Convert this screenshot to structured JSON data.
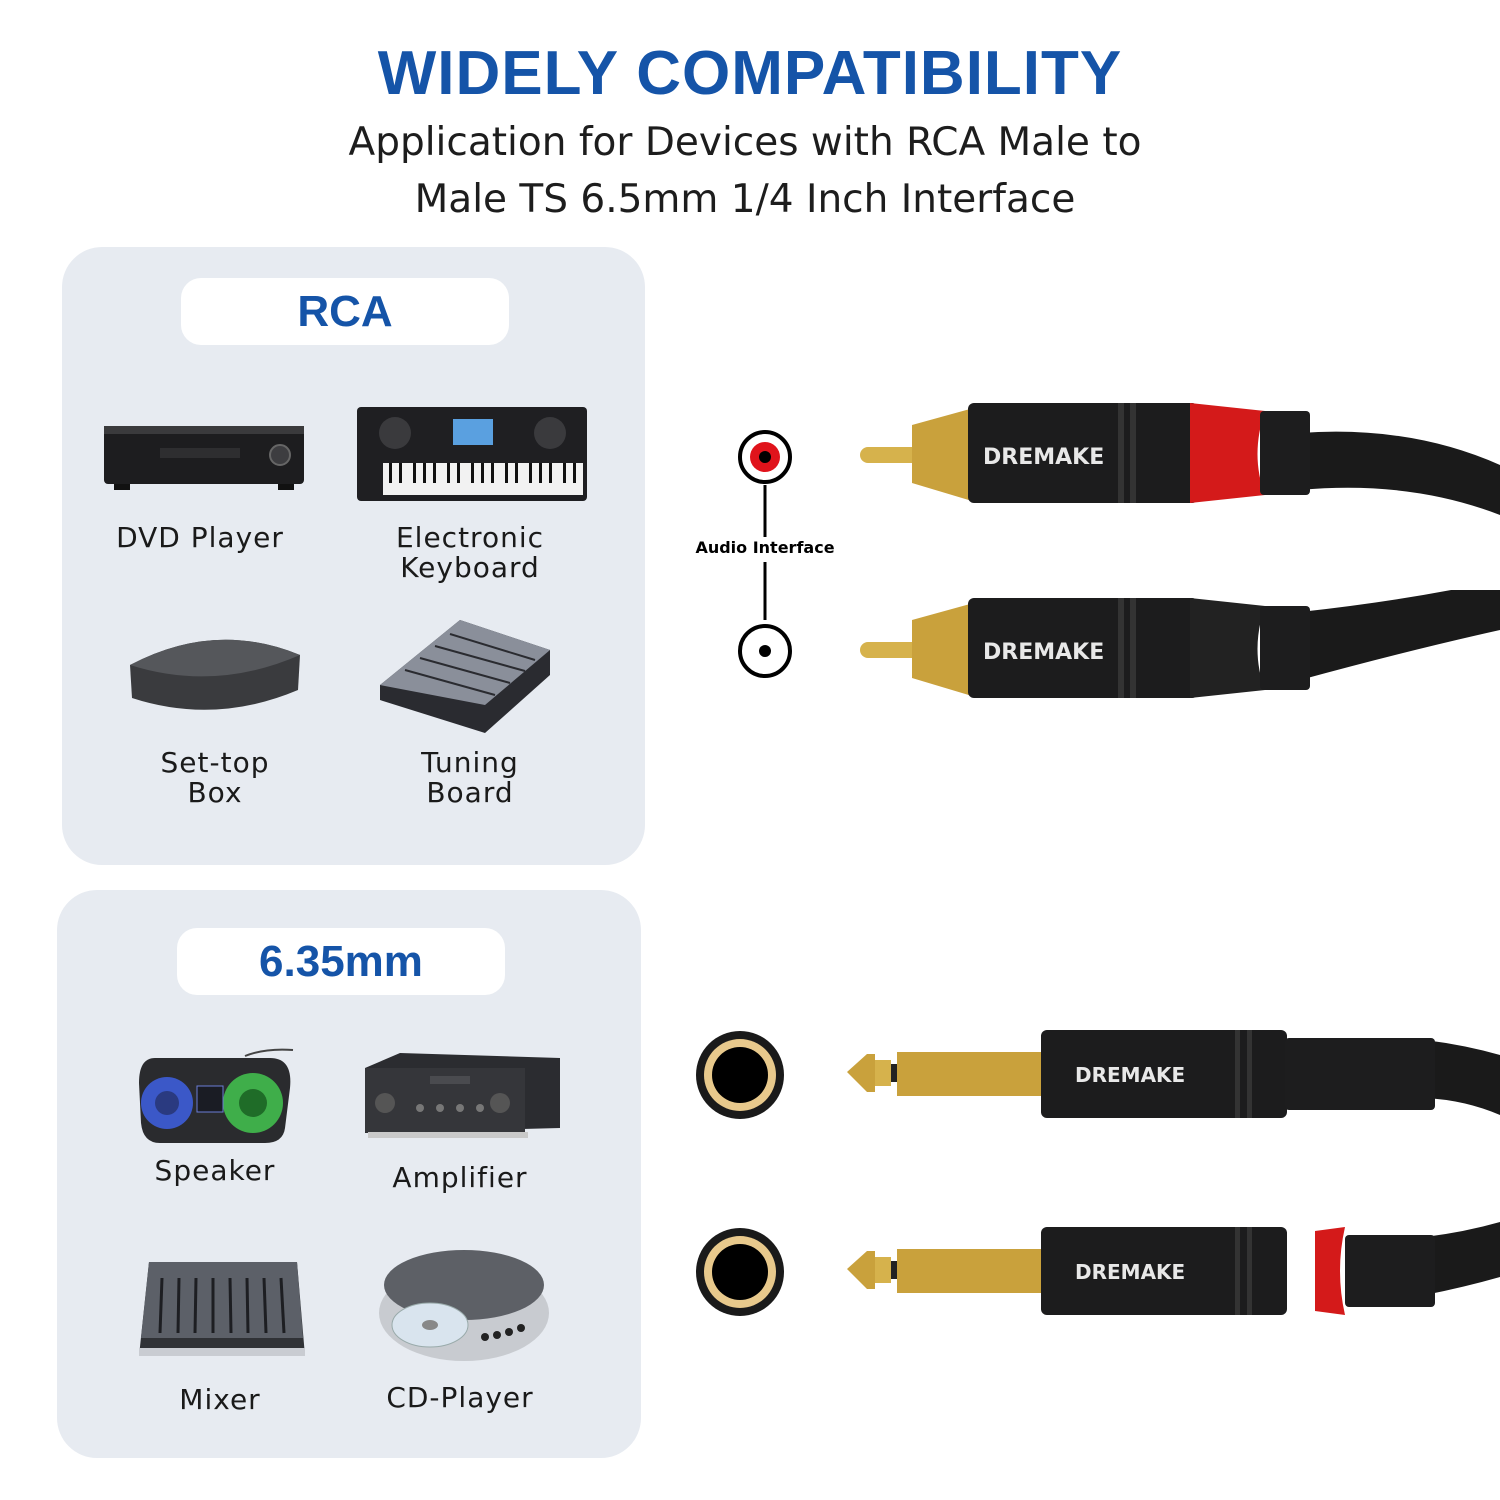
{
  "header": {
    "title": "WIDELY COMPATIBILITY",
    "subtitle_line1": "Application for Devices with RCA Male to",
    "subtitle_line2": "Male TS 6.5mm 1/4 Inch Interface"
  },
  "rca_panel": {
    "label": "RCA",
    "devices": [
      {
        "line1": "DVD Player",
        "line2": "",
        "icon": "dvd-player-icon"
      },
      {
        "line1": "Electronic",
        "line2": "Keyboard",
        "icon": "keyboard-icon"
      },
      {
        "line1": "Set-top",
        "line2": "Box",
        "icon": "set-top-box-icon"
      },
      {
        "line1": "Tuning",
        "line2": "Board",
        "icon": "mixing-console-icon"
      }
    ]
  },
  "ts_panel": {
    "label": "6.35mm",
    "devices": [
      {
        "line1": "Speaker",
        "line2": "",
        "icon": "speaker-icon"
      },
      {
        "line1": "Amplifier",
        "line2": "",
        "icon": "amplifier-icon"
      },
      {
        "line1": "Mixer",
        "line2": "",
        "icon": "mixer-icon"
      },
      {
        "line1": "CD-Player",
        "line2": "",
        "icon": "cd-player-icon"
      }
    ]
  },
  "connectors": {
    "audio_interface_label": "Audio Interface",
    "brand": "DREMAKE",
    "colors": {
      "red": "#d41a1a",
      "gold": "#c9a13c",
      "black": "#1b1b1b",
      "accent_blue": "#1554a8"
    }
  }
}
